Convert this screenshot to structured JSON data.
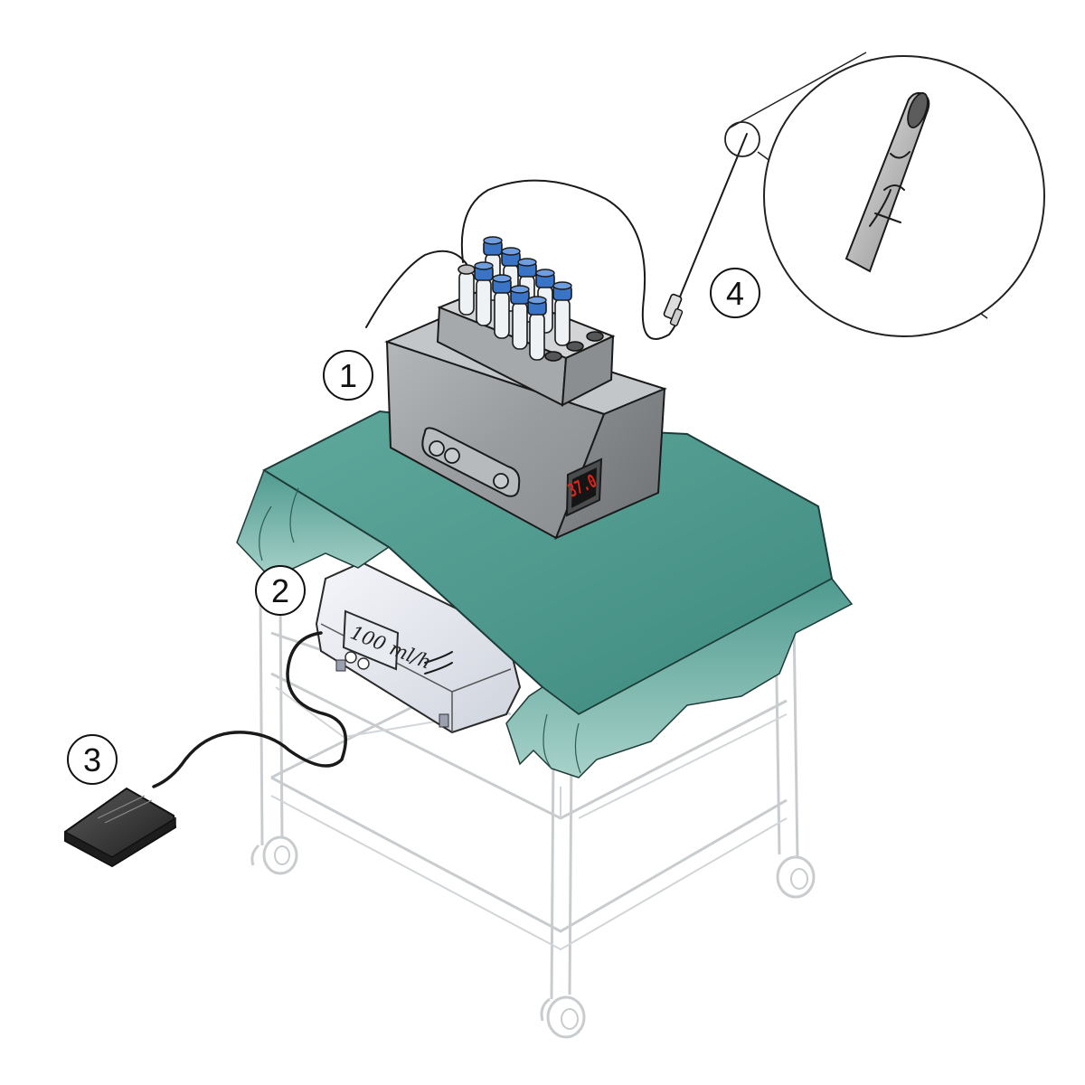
{
  "diagram": {
    "callouts": [
      {
        "number": "1",
        "part": "tube-heater"
      },
      {
        "number": "2",
        "part": "pump-unit"
      },
      {
        "number": "3",
        "part": "foot-pedal"
      },
      {
        "number": "4",
        "part": "needle"
      }
    ],
    "heater_display": "37.0",
    "pump_display": "100 ml/h",
    "colors": {
      "drape": "#4f9a8f",
      "drape_light": "#8cc3b9",
      "heater_body": "#9c9fa2",
      "tube_cap": "#3a74c7",
      "display_red": "#e02418",
      "pump_body": "#e6e8ee",
      "pedal": "#2c2c2c",
      "cart_frame": "#c9ccce"
    }
  }
}
